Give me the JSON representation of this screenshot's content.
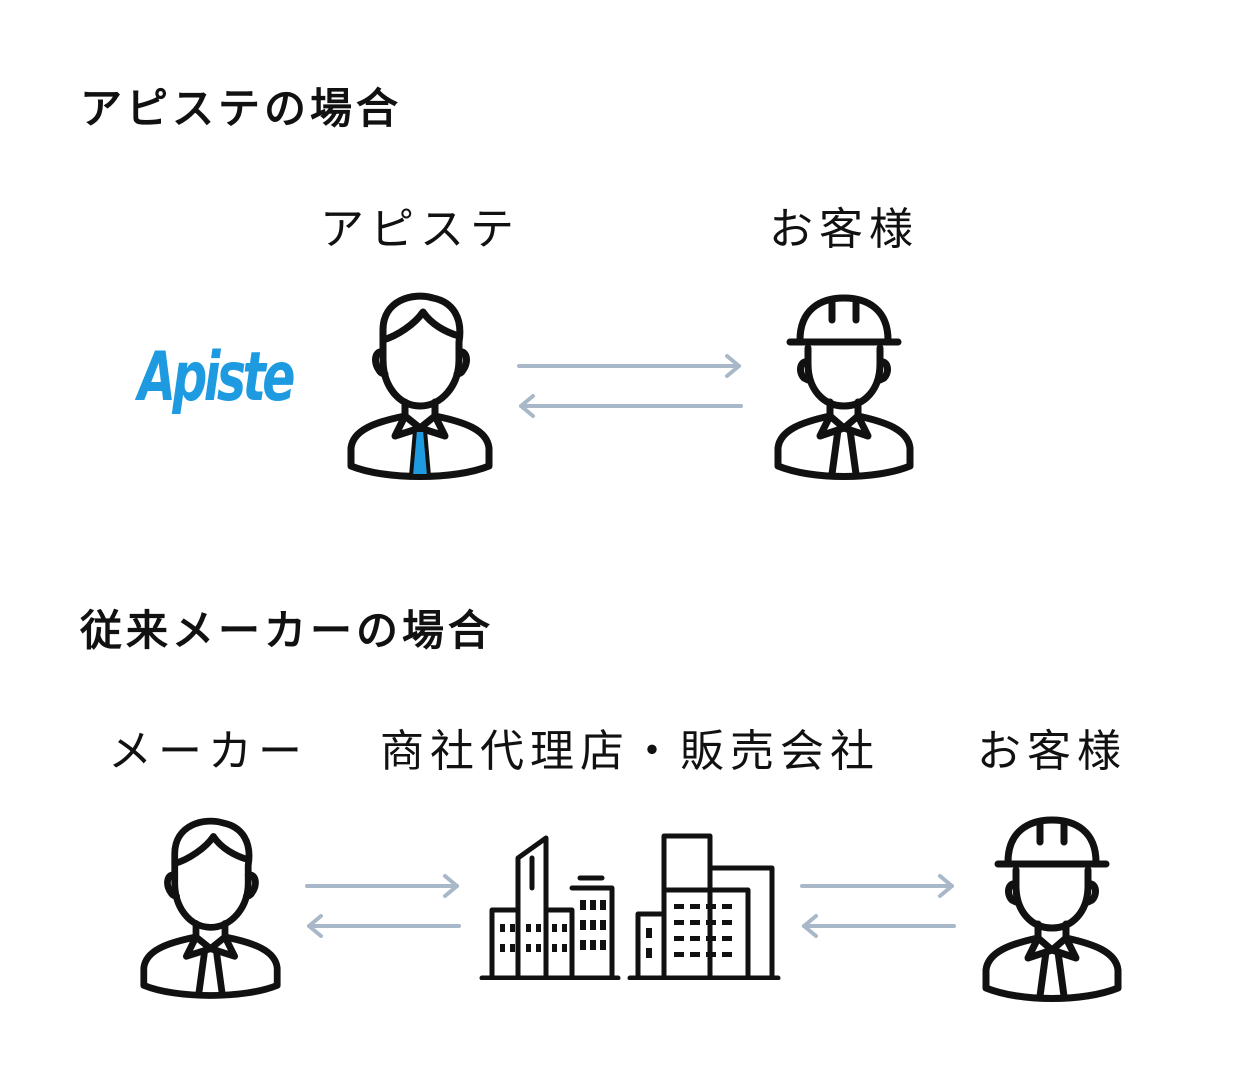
{
  "sections": {
    "apiste": {
      "heading": "アピステの場合",
      "seller_label": "アピステ",
      "customer_label": "お客様",
      "logo_text": "Apiste"
    },
    "conventional": {
      "heading": "従来メーカーの場合",
      "maker_label": "メーカー",
      "intermediary_label": "商社代理店・販売会社",
      "customer_label": "お客様"
    }
  },
  "colors": {
    "text": "#111111",
    "arrow": "#a9b8c8",
    "brand_blue": "#1e9be0",
    "tie_blue": "#1e9be0"
  },
  "icons": [
    "businessman-icon",
    "worker-hardhat-icon",
    "buildings-icon",
    "exchange-arrows-icon"
  ]
}
